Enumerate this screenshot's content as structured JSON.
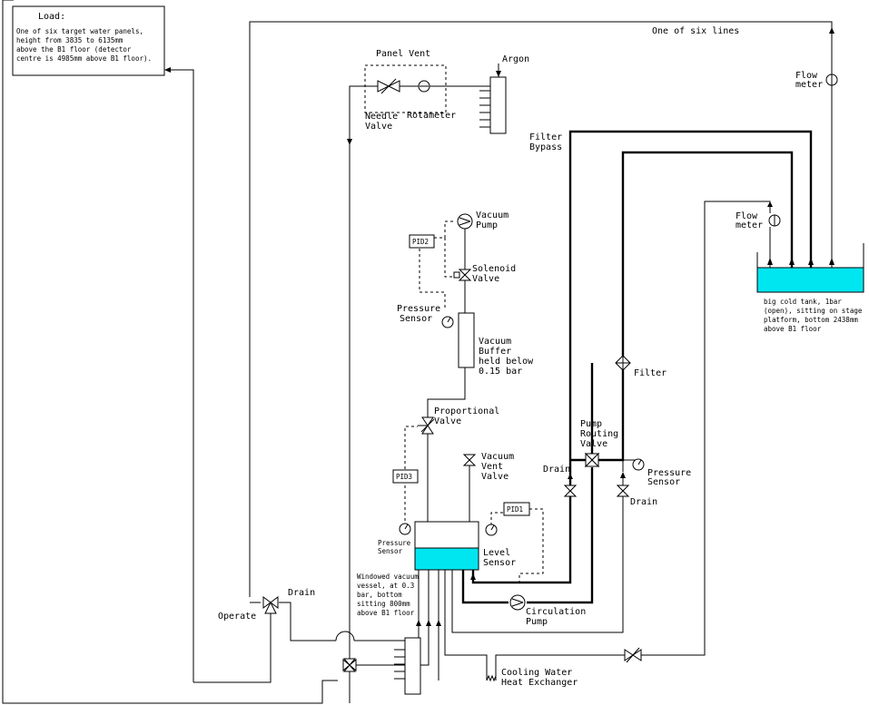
{
  "colors": {
    "water": "#00e6f0",
    "line": "#000000",
    "background": "#ffffff"
  },
  "load": {
    "title": "Load:",
    "lines": [
      "One of six target water panels,",
      "height from 3835 to 6135mm",
      "above the B1 floor (detector",
      "centre is 4985mm above B1 floor)."
    ]
  },
  "labels": {
    "one_of_six_lines": "One of six lines",
    "panel_vent": "Panel Vent",
    "argon": "Argon",
    "needle_valve": [
      "Needle",
      "Valve"
    ],
    "rotameter": "Rotameter",
    "flow_meter_top": [
      "Flow",
      "meter"
    ],
    "filter_bypass": [
      "Filter",
      "Bypass"
    ],
    "flow_meter_tank": [
      "Flow",
      "meter"
    ],
    "vacuum_pump": [
      "Vacuum",
      "Pump"
    ],
    "pid2": "PID2",
    "solenoid_valve": [
      "Solenoid",
      "Valve"
    ],
    "pressure_sensor_1": [
      "Pressure",
      "Sensor"
    ],
    "vacuum_buffer": [
      "Vacuum",
      "Buffer",
      "held below",
      "0.15 bar"
    ],
    "big_tank": [
      "big cold tank, 1bar",
      "(open), sitting on stage",
      "platform, bottom 2438mm",
      "above B1 floor"
    ],
    "filter": "Filter",
    "proportional_valve": [
      "Proportional",
      "Valve"
    ],
    "pump_routing_valve": [
      "Pump",
      "Routing",
      "Valve"
    ],
    "pid3": "PID3",
    "vacuum_vent_valve": [
      "Vacuum",
      "Vent",
      "Valve"
    ],
    "drain_mid": "Drain",
    "pressure_sensor_2": [
      "Pressure",
      "Sensor"
    ],
    "drain_right": "Drain",
    "pid1": "PID1",
    "pressure_sensor_3": [
      "Pressure",
      "Sensor"
    ],
    "level_sensor": [
      "Level",
      "Sensor"
    ],
    "drain_left": "Drain",
    "operate": "Operate",
    "windowed_vessel": [
      "Windowed vacuum",
      "vessel, at 0.3",
      "bar, bottom",
      "sitting 800mm",
      "above B1 floor"
    ],
    "circulation_pump": [
      "Circulation",
      "Pump"
    ],
    "heat_exchanger": [
      "Cooling Water",
      "Heat Exchanger"
    ]
  }
}
